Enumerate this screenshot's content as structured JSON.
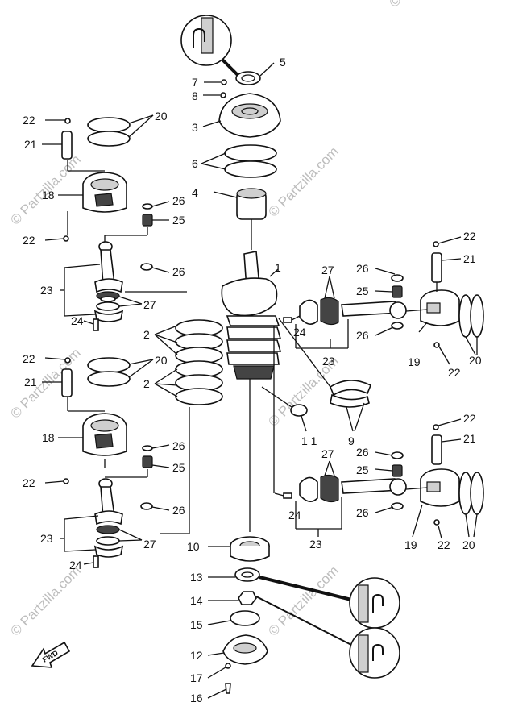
{
  "watermark": "© Partzilla.com",
  "fwd_label": "FWD",
  "callouts": {
    "c1": "1",
    "c2a": "2",
    "c2b": "2",
    "c3": "3",
    "c4": "4",
    "c5": "5",
    "c6": "6",
    "c7": "7",
    "c8": "8",
    "c9": "9",
    "c10": "10",
    "c11": "1 1",
    "c12": "12",
    "c13": "13",
    "c14": "14",
    "c15": "15",
    "c16": "16",
    "c17": "17",
    "c18a": "18",
    "c18b": "18",
    "c19a": "19",
    "c19b": "19",
    "c20a": "20",
    "c20b": "20",
    "c20c": "20",
    "c20d": "20",
    "c21a": "21",
    "c21b": "21",
    "c21c": "21",
    "c21d": "21",
    "c22a": "22",
    "c22b": "22",
    "c22c": "22",
    "c22d": "22",
    "c22e": "22",
    "c22f": "22",
    "c22g": "22",
    "c22h": "22",
    "c23a": "23",
    "c23b": "23",
    "c23c": "23",
    "c23d": "23",
    "c24a": "24",
    "c24b": "24",
    "c24c": "24",
    "c24d": "24",
    "c25a": "25",
    "c25b": "25",
    "c25c": "25",
    "c25d": "25",
    "c26a": "26",
    "c26b": "26",
    "c26c": "26",
    "c26d": "26",
    "c26e": "26",
    "c26f": "26",
    "c26g": "26",
    "c26h": "26",
    "c27a": "27",
    "c27b": "27",
    "c27c": "27",
    "c27d": "27"
  }
}
